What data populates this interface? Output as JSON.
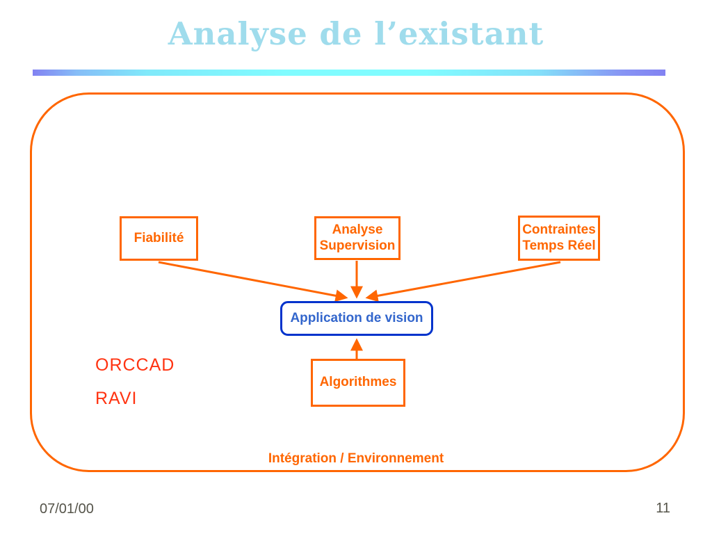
{
  "title": "Analyse de l’existant",
  "diagram": {
    "fiabilite": {
      "label": "Fiabilité"
    },
    "analyse_supervision": {
      "line1": "Analyse",
      "line2": "Supervision"
    },
    "contraintes": {
      "line1": "Contraintes",
      "line2": "Temps Réel"
    },
    "application": {
      "label": "Application de vision"
    },
    "algorithmes": {
      "label": "Algorithmes"
    },
    "orccad": "ORCCAD",
    "ravi": "RAVI",
    "integration": "Intégration / Environnement"
  },
  "footer": {
    "date": "07/01/00",
    "page_number": "11"
  },
  "colors": {
    "title_blue": "#9FDCEC",
    "orange": "#FF6600",
    "red_orange": "#FF3311",
    "app_box_border_blue": "#0033CC",
    "app_box_text_blue": "#3366CC",
    "footer_gray": "#55544A",
    "rule_edge_purple": "#8282F2",
    "rule_center_cyan": "#80FCFF"
  }
}
